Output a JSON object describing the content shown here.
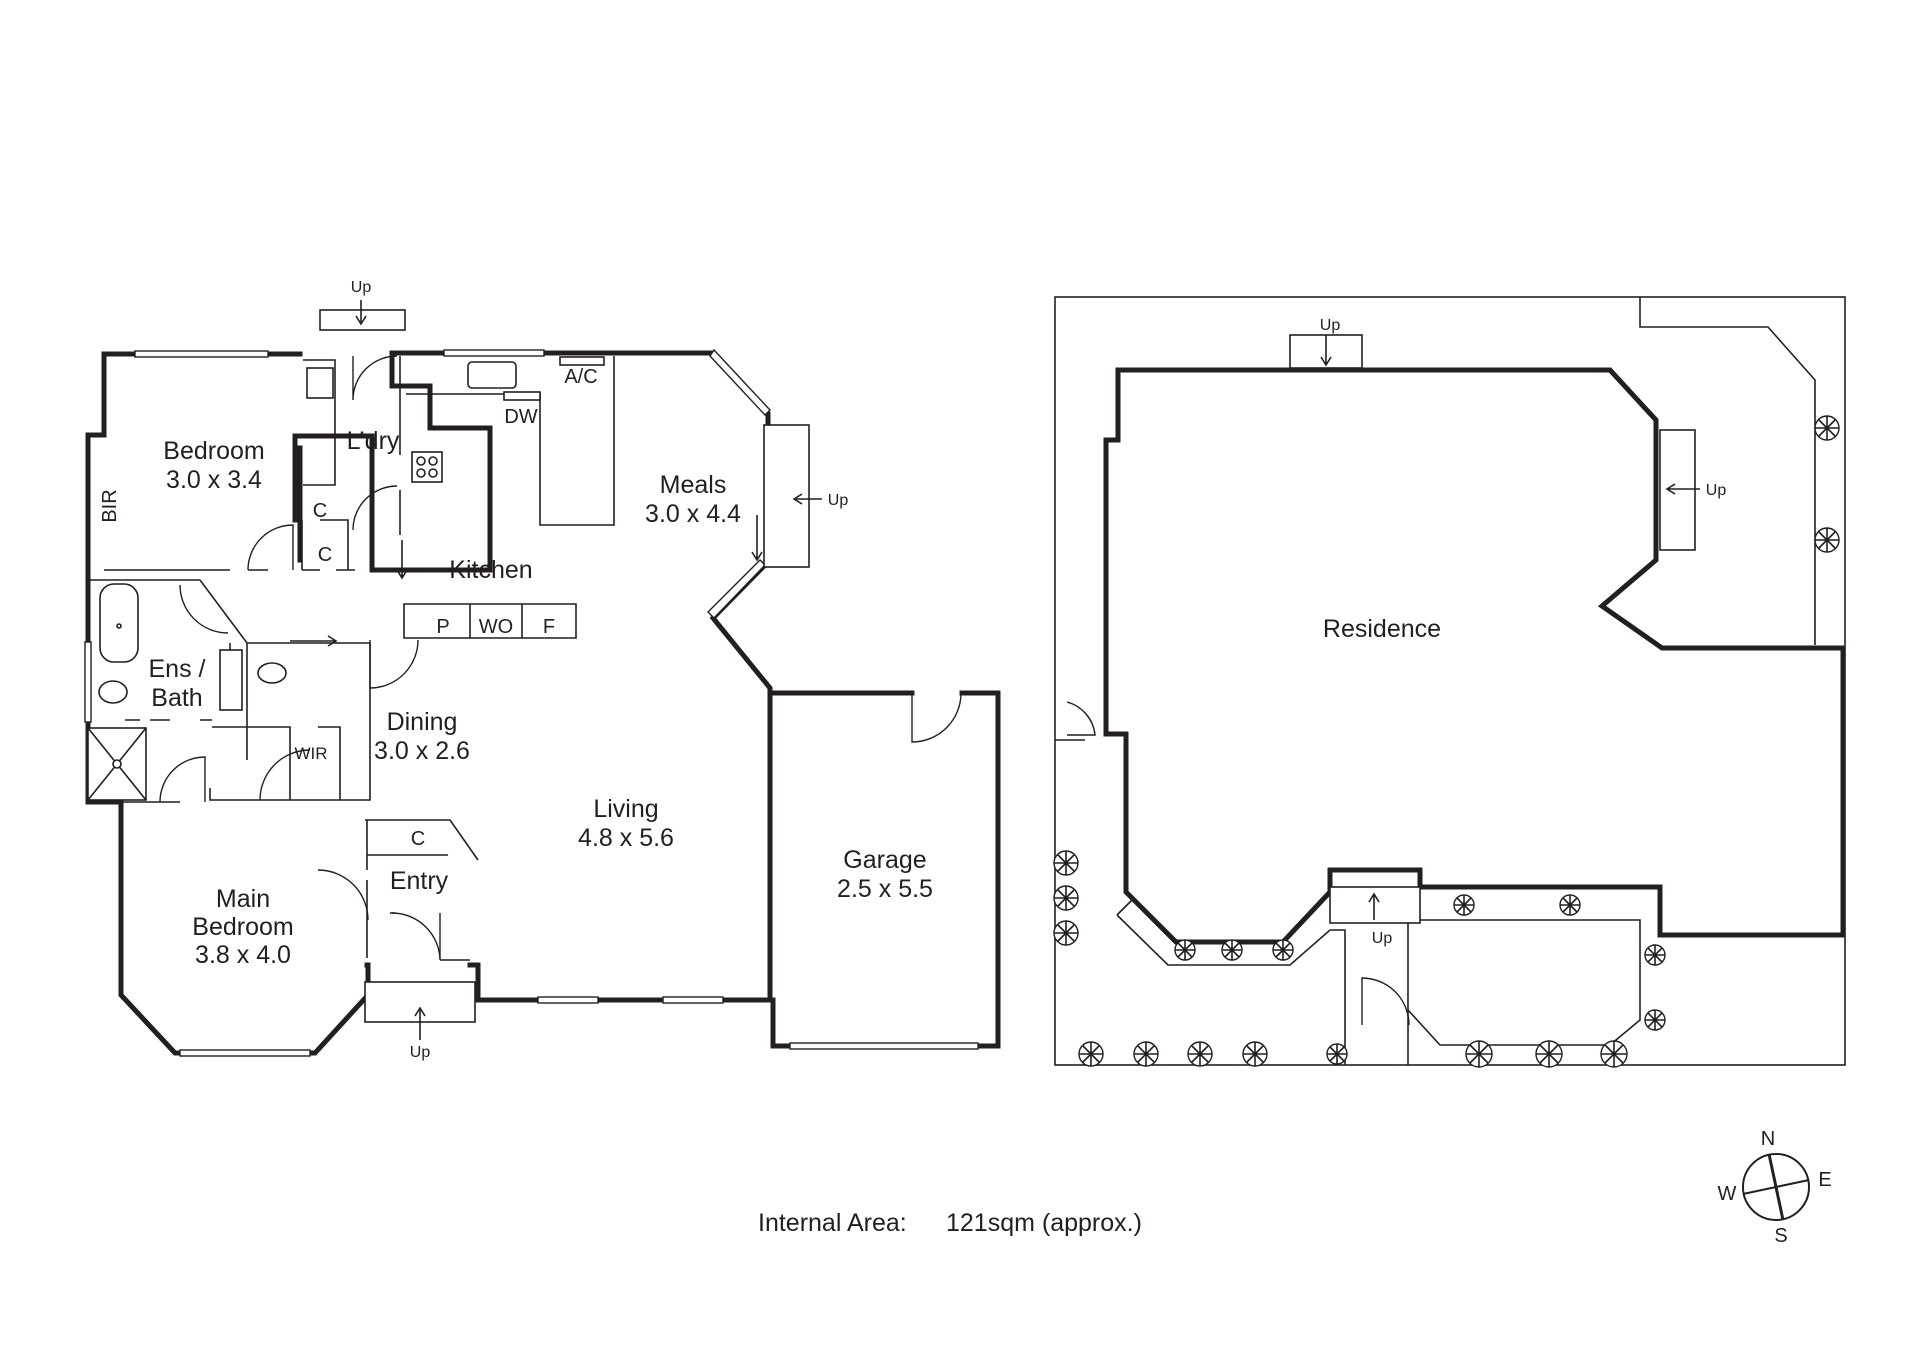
{
  "floor_plan": {
    "rooms": {
      "bedroom": {
        "name": "Bedroom",
        "size": "3.0 x 3.4"
      },
      "bir": "BIR",
      "laundry": "L’dry",
      "cupboard": "C",
      "kitchen": "Kitchen",
      "meals": {
        "name": "Meals",
        "size": "3.0 x 4.4"
      },
      "ensuite": {
        "line1": "Ens /",
        "line2": "Bath"
      },
      "dining": {
        "name": "Dining",
        "size": "3.0 x 2.6"
      },
      "wir": "WIR",
      "living": {
        "name": "Living",
        "size": "4.8 x 5.6"
      },
      "entry": "Entry",
      "main_bedroom": {
        "line1": "Main",
        "line2": "Bedroom",
        "size": "3.8 x 4.0"
      },
      "garage": {
        "name": "Garage",
        "size": "2.5 x 5.5"
      }
    },
    "fixtures": {
      "pantry": "P",
      "walk_in_oven": "WO",
      "fridge": "F",
      "dishwasher": "DW",
      "air_con": "A/C"
    },
    "steps_label": "Up"
  },
  "site_plan": {
    "building": "Residence",
    "steps_label": "Up"
  },
  "footer": {
    "area_label": "Internal Area:",
    "area_value": "121sqm (approx.)"
  },
  "compass": {
    "north": "N",
    "south": "S",
    "east": "E",
    "west": "W"
  }
}
